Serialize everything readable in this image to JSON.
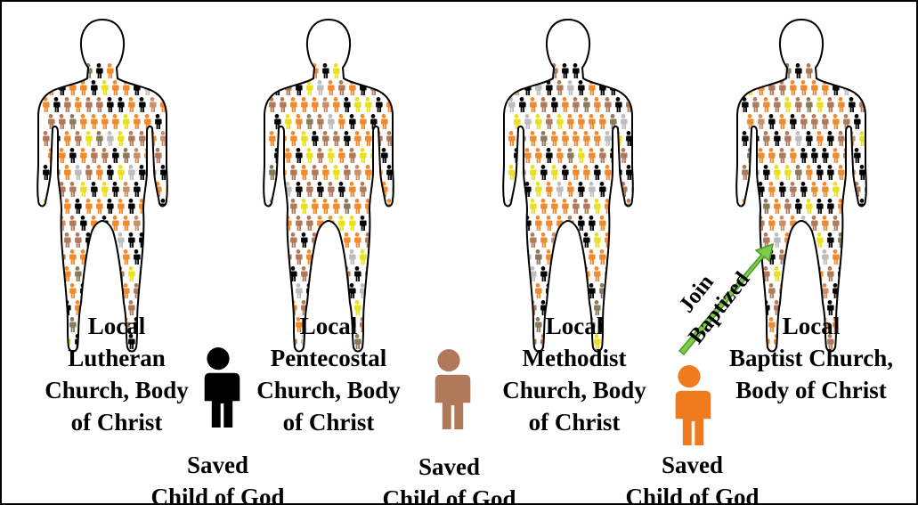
{
  "colors": {
    "palette": [
      "#000000",
      "#f08a2e",
      "#b07a5a",
      "#e8e020",
      "#bdbdbd",
      "#8a7a5a",
      "#c98f6a"
    ],
    "arrow": "#7dcc4a",
    "believer_black": "#000000",
    "believer_brown": "#b07a5a",
    "believer_orange": "#f07b1e"
  },
  "churches": [
    {
      "label": "Local\nLutheran\nChurch, Body\nof Christ"
    },
    {
      "label": "Local\nPentecostal\nChurch, Body\nof Christ"
    },
    {
      "label": "Local\nMethodist\nChurch, Body\nof Christ"
    },
    {
      "label": "Local\nBaptist Church,\nBody of Christ"
    }
  ],
  "believers": [
    {
      "color": "#000000",
      "label": "Saved\nChild of God"
    },
    {
      "color": "#b07a5a",
      "label": "Saved\nChild of God"
    },
    {
      "color": "#f07b1e",
      "label": "Saved\nChild of God"
    }
  ],
  "arrow_text": "Join\nBaptized"
}
